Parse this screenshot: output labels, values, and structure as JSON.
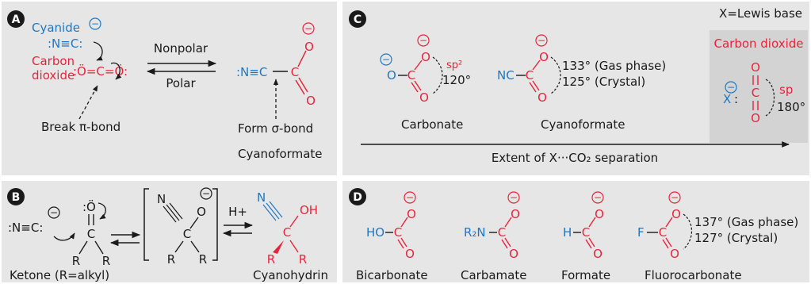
{
  "colors": {
    "panel_bg": "#e6e6e6",
    "blue": "#1f77c4",
    "red": "#e8243c",
    "black": "#1a1a1a",
    "white": "#ffffff"
  },
  "panel_a": {
    "letter": "A",
    "cyanide_label": "Cyanide",
    "co2_label_1": "Carbon",
    "co2_label_2": "dioxide",
    "cyanide_formula": ":N≡C:",
    "co2_formula": ":Ö=C=Ö:",
    "forward_label": "Nonpolar",
    "reverse_label": "Polar",
    "break_label": "Break π-bond",
    "form_label": "Form σ-bond",
    "product_formula": ":N≡C",
    "carbon": "C",
    "product_name": "Cyanoformate"
  },
  "panel_b": {
    "letter": "B",
    "cyanide_formula": ":N≡C:",
    "o_lone": ":Ö",
    "carbon": "C",
    "r": "R",
    "nitrogen": "N",
    "oxygen": "O",
    "reagent": "H+",
    "oh": "OH",
    "ketone_label": "Ketone (R=alkyl)",
    "product_name": "Cyanohydrin"
  },
  "panel_c": {
    "letter": "C",
    "corner_note": "X=Lewis base",
    "co2_title": "Carbon dioxide",
    "carbonate_name": "Carbonate",
    "carbonate_hyb": "sp²",
    "carbonate_angle": "120°",
    "cyanoformate_name": "Cyanoformate",
    "cyano_prefix": "NC",
    "angle_gas": "133° (Gas phase)",
    "angle_crystal": "125° (Crystal)",
    "x_label": "X",
    "co2_hyb": "sp",
    "co2_angle": "180°",
    "axis_label": "Extent of X···CO₂ separation"
  },
  "panel_d": {
    "letter": "D",
    "bicarbonate_prefix": "HO",
    "bicarbonate_name": "Bicarbonate",
    "carbamate_prefix": "R₂N",
    "carbamate_name": "Carbamate",
    "formate_prefix": "H",
    "formate_name": "Formate",
    "fluoro_prefix": "F",
    "fluoro_name": "Fluorocarbonate",
    "angle_gas": "137° (Gas phase)",
    "angle_crystal": "127° (Crystal)"
  },
  "common": {
    "carbon": "C",
    "oxygen": "O",
    "minus": "−"
  }
}
